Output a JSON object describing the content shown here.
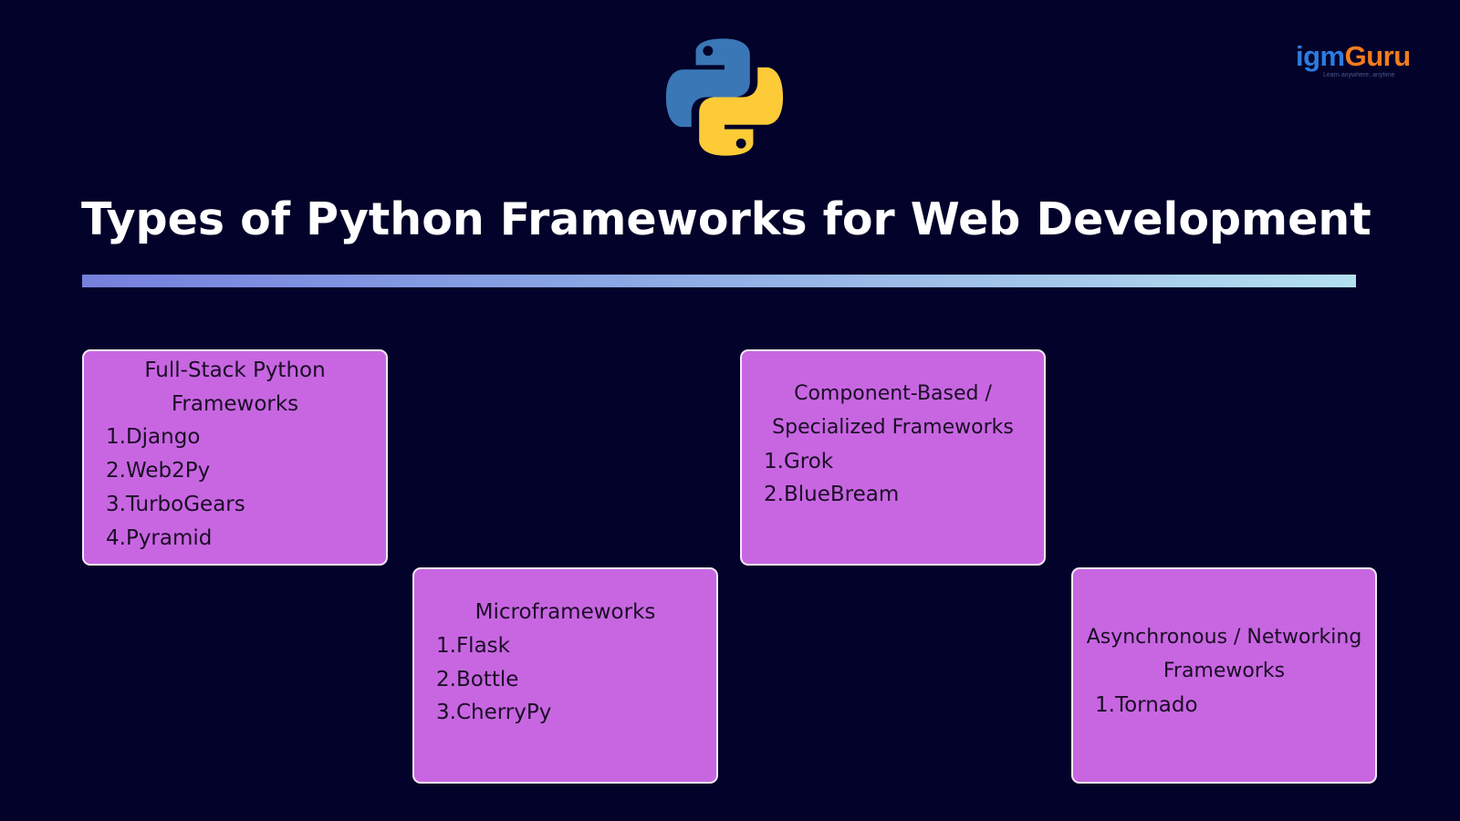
{
  "brand": {
    "name_part1": "igm",
    "name_part2": "Guru",
    "tagline": "Learn anywhere, anytime",
    "colors": {
      "primary": "#2e7be0",
      "accent": "#f07c1e"
    }
  },
  "logo": {
    "icon": "python-logo-icon",
    "colors": {
      "blue": "#3a77b6",
      "yellow": "#fdcb37"
    }
  },
  "header": {
    "title": "Types of Python Frameworks for Web Development"
  },
  "theme": {
    "background": "#02022a",
    "card": "#c866e2",
    "rule_start": "#7680dd",
    "rule_end": "#b3e0f0"
  },
  "categories": [
    {
      "title": "Full-Stack Python Frameworks",
      "items": [
        {
          "num": "1.",
          "label": "Django"
        },
        {
          "num": "2.",
          "label": "Web2Py"
        },
        {
          "num": "3.",
          "label": "TurboGears"
        },
        {
          "num": "4.",
          "label": "Pyramid"
        }
      ]
    },
    {
      "title": "Microframeworks",
      "items": [
        {
          "num": "1.",
          "label": "Flask"
        },
        {
          "num": "2.",
          "label": "Bottle"
        },
        {
          "num": "3.",
          "label": "CherryPy"
        }
      ]
    },
    {
      "title": "Component-Based / Specialized Frameworks",
      "items": [
        {
          "num": "1.",
          "label": "Grok"
        },
        {
          "num": "2.",
          "label": "BlueBream"
        }
      ]
    },
    {
      "title": "Asynchronous / Networking Frameworks",
      "items": [
        {
          "num": "1.",
          "label": "Tornado"
        }
      ]
    }
  ]
}
